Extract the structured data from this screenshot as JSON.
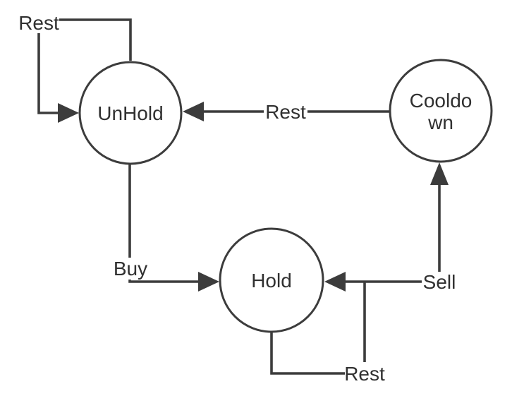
{
  "diagram": {
    "type": "state-machine",
    "colors": {
      "line": "#3c3c3c",
      "text": "#303030",
      "background": "#ffffff",
      "node_fill": "#ffffff"
    },
    "states": [
      {
        "id": "unhold",
        "label": "UnHold"
      },
      {
        "id": "cooldown",
        "label": "Cooldown",
        "line1": "Cooldo",
        "line2": "wn"
      },
      {
        "id": "hold",
        "label": "Hold"
      }
    ],
    "transitions": [
      {
        "from": "UnHold",
        "to": "UnHold",
        "label": "Rest"
      },
      {
        "from": "Cooldown",
        "to": "UnHold",
        "label": "Rest"
      },
      {
        "from": "UnHold",
        "to": "Hold",
        "label": "Buy"
      },
      {
        "from": "Hold",
        "to": "Cooldown",
        "label": "Sell"
      },
      {
        "from": "Hold",
        "to": "Hold",
        "label": "Rest"
      }
    ]
  }
}
